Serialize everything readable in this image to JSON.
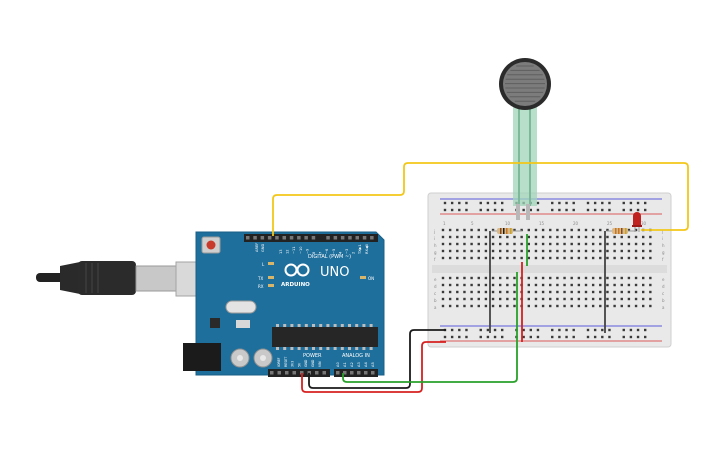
{
  "board": {
    "logo_text": "ARDUINO",
    "model": "UNO",
    "digital_label": "DIGITAL (PWM ~)",
    "power_label": "POWER",
    "analog_label": "ANALOG IN",
    "on_label": "ON",
    "tx_label": "TX",
    "rx_label": "RX",
    "l_label": "L",
    "aref_label": "AREF",
    "gnd_label": "GND",
    "digital_pins": [
      "13",
      "12",
      "~11",
      "~10",
      "~9",
      "8",
      "7",
      "~6",
      "~5",
      "4",
      "~3",
      "2",
      "TX▶1",
      "RX◀0"
    ],
    "power_pins": [
      "IOREF",
      "RESET",
      "3V3",
      "5V",
      "GND",
      "GND",
      "VIN"
    ],
    "analog_pins": [
      "A0",
      "A1",
      "A2",
      "A3",
      "A4",
      "A5"
    ]
  },
  "breadboard": {
    "row_letters_top": [
      "j",
      "i",
      "h",
      "g",
      "f"
    ],
    "row_letters_bottom": [
      "e",
      "d",
      "c",
      "b",
      "a"
    ],
    "column_numbers": [
      "1",
      "5",
      "10",
      "15",
      "20",
      "25",
      "30"
    ]
  },
  "colors": {
    "board": "#1f6f9c",
    "wire_yellow": "#f2c718",
    "wire_red": "#d62020",
    "wire_black": "#1a1a1a",
    "wire_green": "#2aa12a",
    "wire_gray": "#444444",
    "led": "#c0221f",
    "sensor_lead": "#9fd4b8"
  },
  "components": [
    "usb-cable",
    "arduino-uno",
    "breadboard",
    "force-sensor",
    "resistor",
    "resistor",
    "led"
  ]
}
